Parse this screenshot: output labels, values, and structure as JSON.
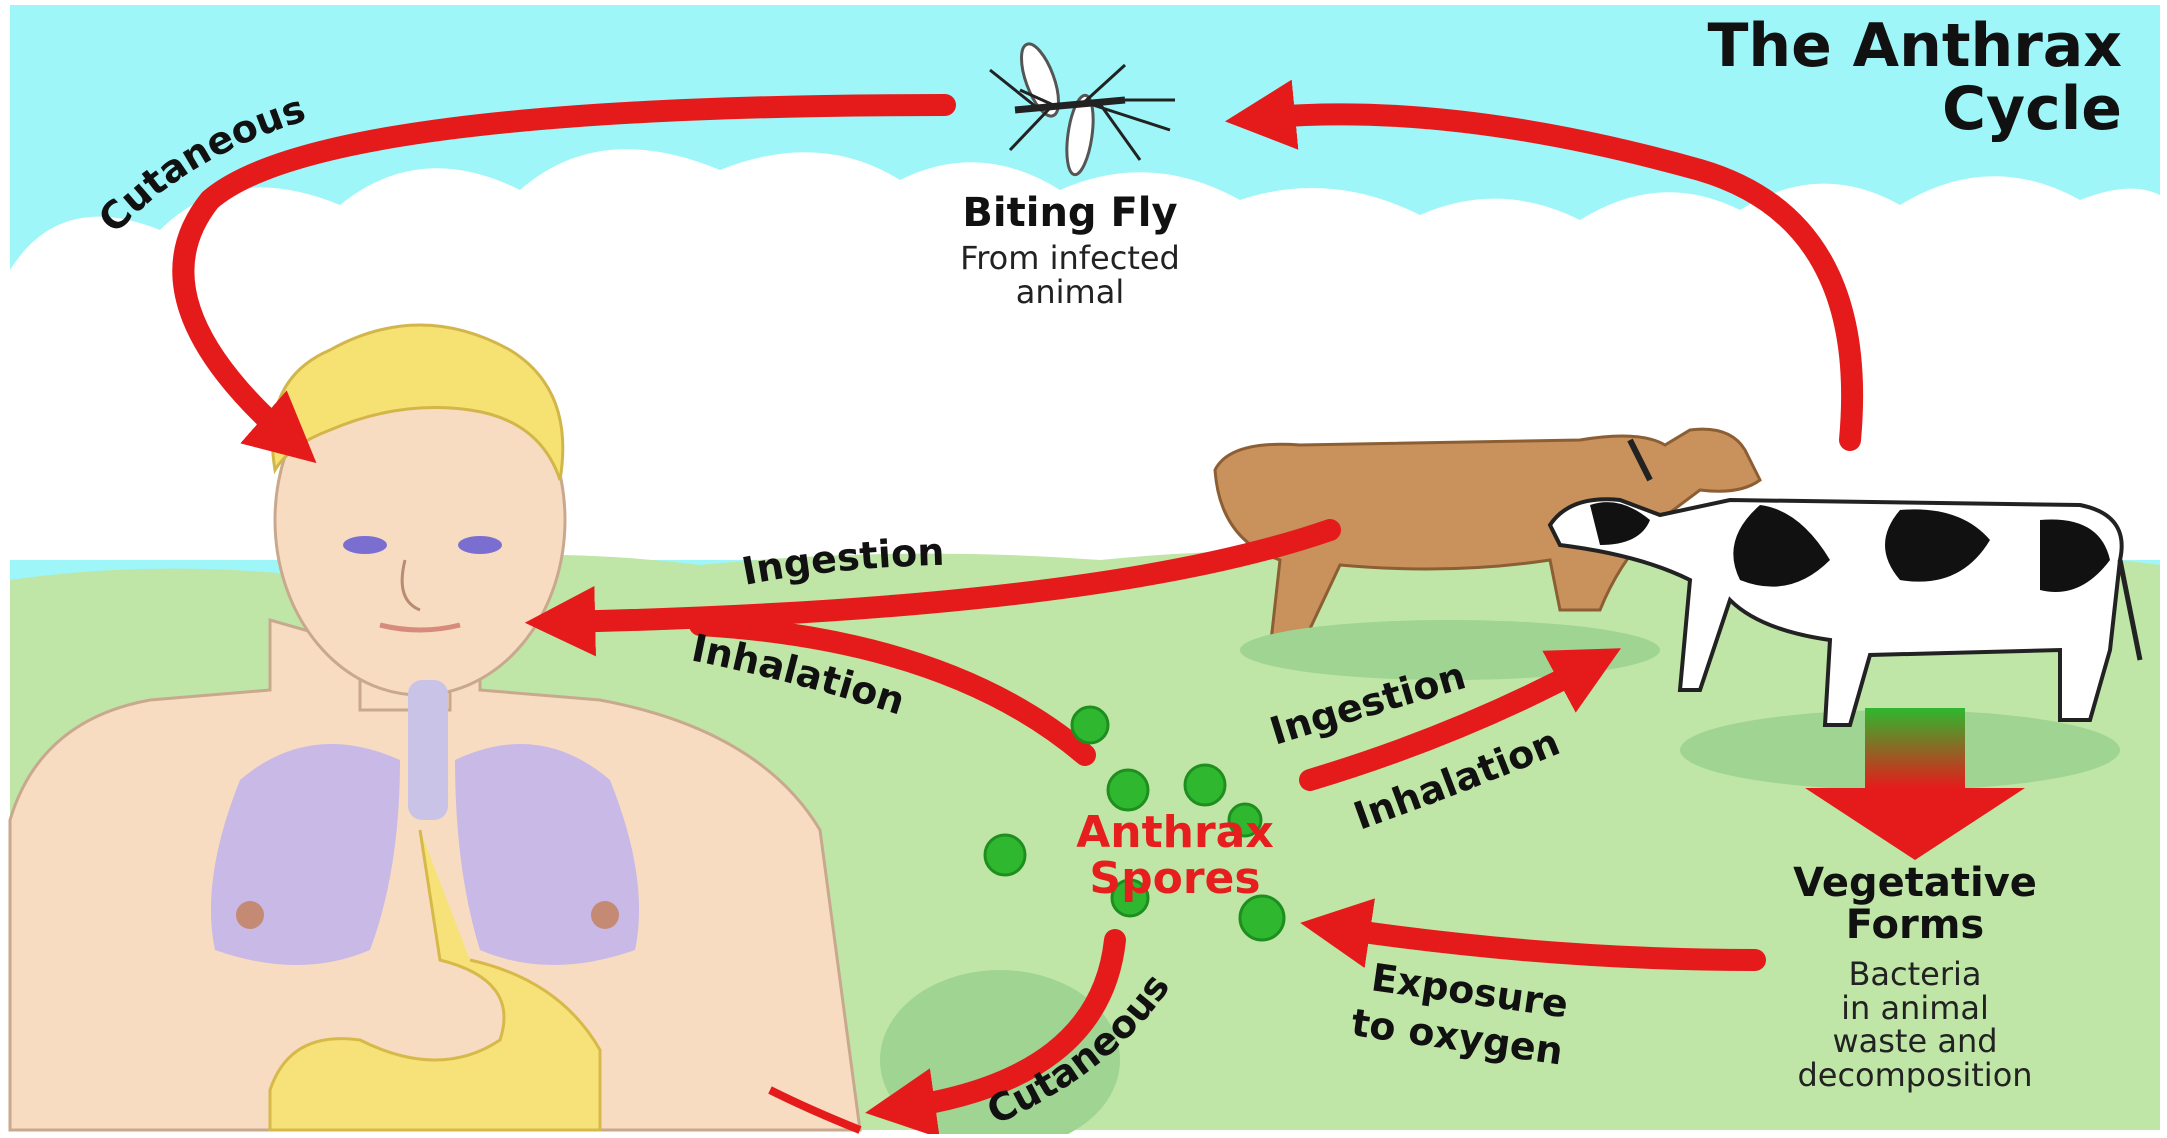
{
  "title": {
    "line1": "The Anthrax",
    "line2": "Cycle"
  },
  "fly": {
    "label": "Biting Fly",
    "sub_line1": "From infected",
    "sub_line2": "animal"
  },
  "spores": {
    "line1": "Anthrax",
    "line2": "Spores"
  },
  "vegetative": {
    "line1": "Vegetative",
    "line2": "Forms",
    "sub_line1": "Bacteria",
    "sub_line2": "in animal",
    "sub_line3": "waste and",
    "sub_line4": "decomposition"
  },
  "paths": {
    "fly_to_human": "Cutaneous",
    "cattle_to_human_ingestion": "Ingestion",
    "spores_to_human_inhalation": "Inhalation",
    "spores_to_cattle_ingestion": "Ingestion",
    "spores_to_cattle_inhalation": "Inhalation",
    "vegetative_to_spores": "Exposure",
    "vegetative_to_spores_2": "to oxygen",
    "spores_to_human_cutaneous": "Cutaneous"
  },
  "colors": {
    "sky": "#9ef6f8",
    "grass": "#bfe6a6",
    "arrow": "#e51b1b",
    "spore": "#2fb82f"
  }
}
